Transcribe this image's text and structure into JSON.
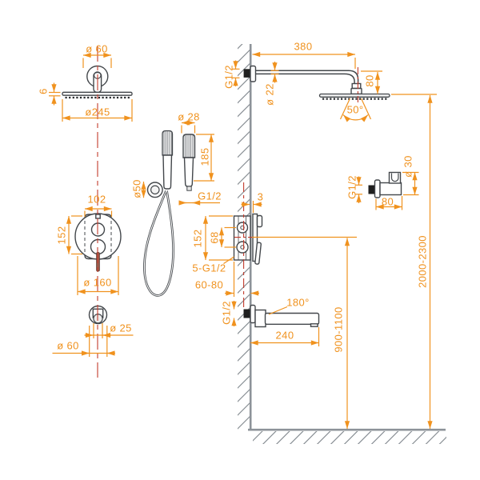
{
  "document": {
    "type": "technical-installation-drawing",
    "subject": "concealed shower system: overhead shower, hand shower, 5-way mixer, bath spout",
    "units": "mm"
  },
  "colors": {
    "dimension_accent": "#F0921E",
    "drawing_outline": "#43474B",
    "centerline_red": "#C23B2C",
    "wall_gray": "#8D9399"
  },
  "views": {
    "overhead": {
      "name": "overhead-shower-top-view",
      "d60": "ø 60",
      "t6": "6",
      "d245": "ø245"
    },
    "hand": {
      "name": "hand-shower-view",
      "d28": "ø 28",
      "l185": "185",
      "d50": "ø50",
      "g12": "G1/2"
    },
    "mixer_front": {
      "name": "mixer-front-view",
      "w102": "102",
      "h152": "152",
      "d160": "ø 160"
    },
    "spout_top": {
      "name": "spout-top-view",
      "d25": "ø 25",
      "d60": "ø 60"
    },
    "arm": {
      "name": "shower-arm-side-view",
      "l380": "380",
      "g12": "G1/2",
      "d22": "ø 22",
      "h80": "80",
      "a50": "50°"
    },
    "holder": {
      "name": "hand-shower-holder-view",
      "d30": "ø 30",
      "g12": "G1/2",
      "l80": "80"
    },
    "mixer_side": {
      "name": "mixer-side-view",
      "gap3": "3",
      "h152": "152",
      "s68": "68",
      "conn": "5-G1/2",
      "depth": "60-80"
    },
    "spout_side": {
      "name": "spout-side-view",
      "g12": "G1/2",
      "swivel": "180°",
      "l240": "240"
    },
    "heights": {
      "name": "installation-heights",
      "spout": "900-1100",
      "head": "2000-2300"
    }
  }
}
